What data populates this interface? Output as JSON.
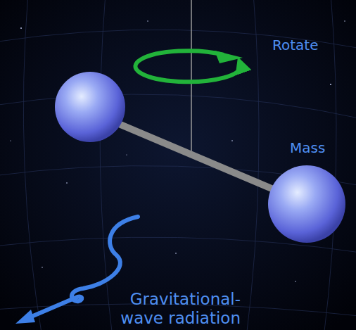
{
  "diagram": {
    "labels": [
      "Rotate",
      "Mass",
      "Gravitational- wave radiation"
    ]
  }
}
